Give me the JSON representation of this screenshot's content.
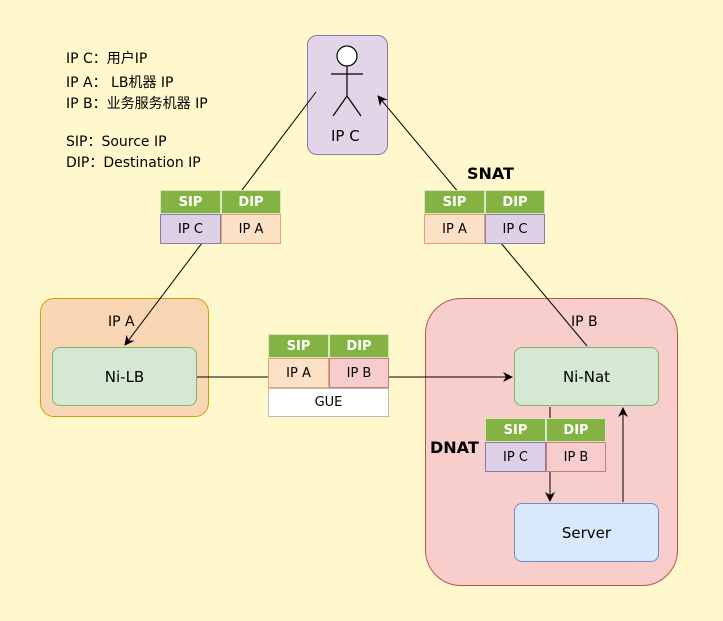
{
  "legend": {
    "line1": "IP C：用户IP",
    "line2": "IP A： LB机器 IP",
    "line3": "IP B：业务服务机器 IP",
    "line4": "SIP：Source IP",
    "line5": "DIP：Destination IP"
  },
  "user": {
    "label": "IP C"
  },
  "zone_a": {
    "label": "IP A",
    "node": "Ni-LB"
  },
  "zone_b": {
    "label": "IP B",
    "node_nat": "Ni-Nat",
    "node_server": "Server"
  },
  "snat_label": "SNAT",
  "dnat_label": "DNAT",
  "table_client_to_lb": {
    "h_sip": "SIP",
    "h_dip": "DIP",
    "sip": "IP C",
    "dip": "IP A"
  },
  "table_snat": {
    "h_sip": "SIP",
    "h_dip": "DIP",
    "sip": "IP A",
    "dip": "IP C"
  },
  "table_gue": {
    "h_sip": "SIP",
    "h_dip": "DIP",
    "sip": "IP A",
    "dip": "IP B",
    "footer": "GUE"
  },
  "table_dnat": {
    "h_sip": "SIP",
    "h_dip": "DIP",
    "sip": "IP C",
    "dip": "IP B"
  },
  "colors": {
    "background": "#fff8cc",
    "header": "#84b344",
    "user_box": "#e1d5e7",
    "zone_a": "#fad7b4",
    "zone_b": "#f8cecc",
    "node_green": "#d5e8d4",
    "server_blue": "#dae8fc"
  }
}
